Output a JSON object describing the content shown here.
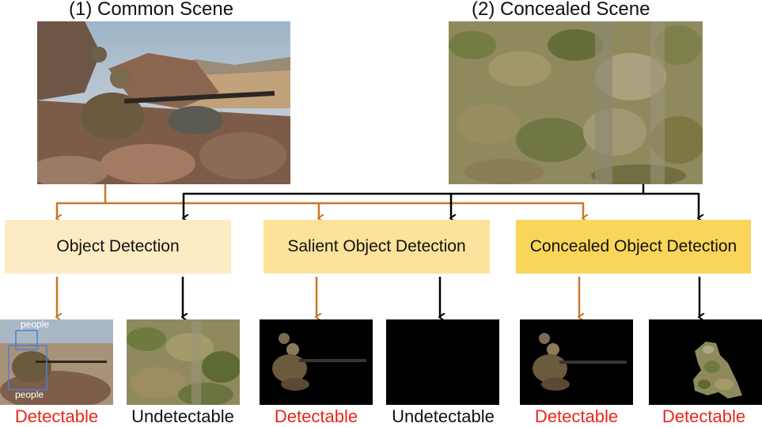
{
  "titles": {
    "common": "(1) Common Scene",
    "concealed": "(2) Concealed Scene"
  },
  "tasks": {
    "od": "Object Detection",
    "sod": "Salient Object Detection",
    "cod": "Concealed Object Detection"
  },
  "detections": {
    "top_tag": "people",
    "bottom_tag": "people"
  },
  "labels": {
    "od_common": "Detectable",
    "od_concealed": "Undetectable",
    "sod_common": "Detectable",
    "sod_concealed": "Undetectable",
    "cod_common": "Detectable",
    "cod_concealed": "Detectable"
  },
  "colors": {
    "common_arrow": "#C9762A",
    "concealed_arrow": "#000000",
    "box_od": "#FDEBC4",
    "box_sod": "#FCE29A",
    "box_cod": "#F9D55A",
    "detectable": "#E8261E",
    "undetectable": "#111111"
  }
}
